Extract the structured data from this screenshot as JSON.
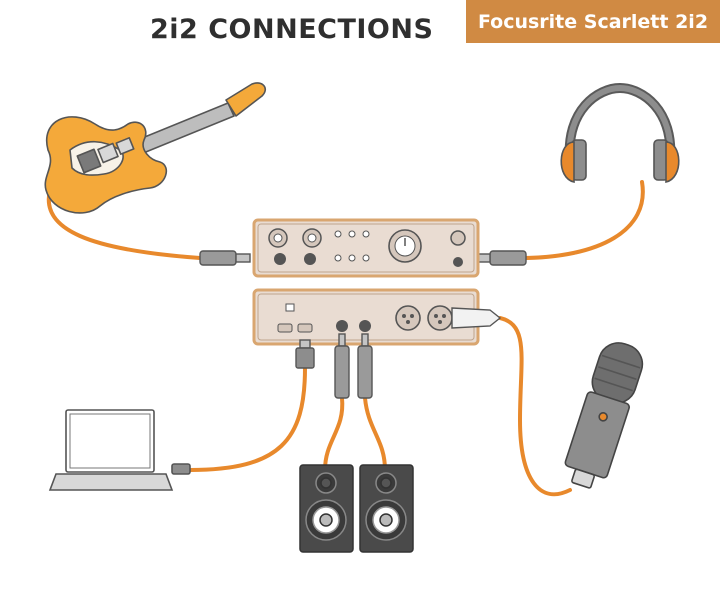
{
  "title": "2i2 CONNECTIONS",
  "badge": "Focusrite Scarlett 2i2",
  "colors": {
    "cable": "#e8892c",
    "outline": "#5a5a5a",
    "device_face": "#e9dcd2",
    "device_border": "#d9a670",
    "badge_bg": "#d08a43",
    "guitar_body": "#f4a93a",
    "gray": "#8d8d8d",
    "dark_gray": "#4a4a4a"
  },
  "components": [
    {
      "name": "electric-guitar",
      "connection": "instrument input (front)"
    },
    {
      "name": "headphones",
      "connection": "headphone output (front)"
    },
    {
      "name": "scarlett-2i2-front-panel"
    },
    {
      "name": "scarlett-2i2-rear-panel"
    },
    {
      "name": "laptop",
      "connection": "USB (rear)"
    },
    {
      "name": "studio-monitors",
      "connection": "line outputs L/R (rear)"
    },
    {
      "name": "condenser-microphone",
      "connection": "XLR input (rear)"
    }
  ]
}
